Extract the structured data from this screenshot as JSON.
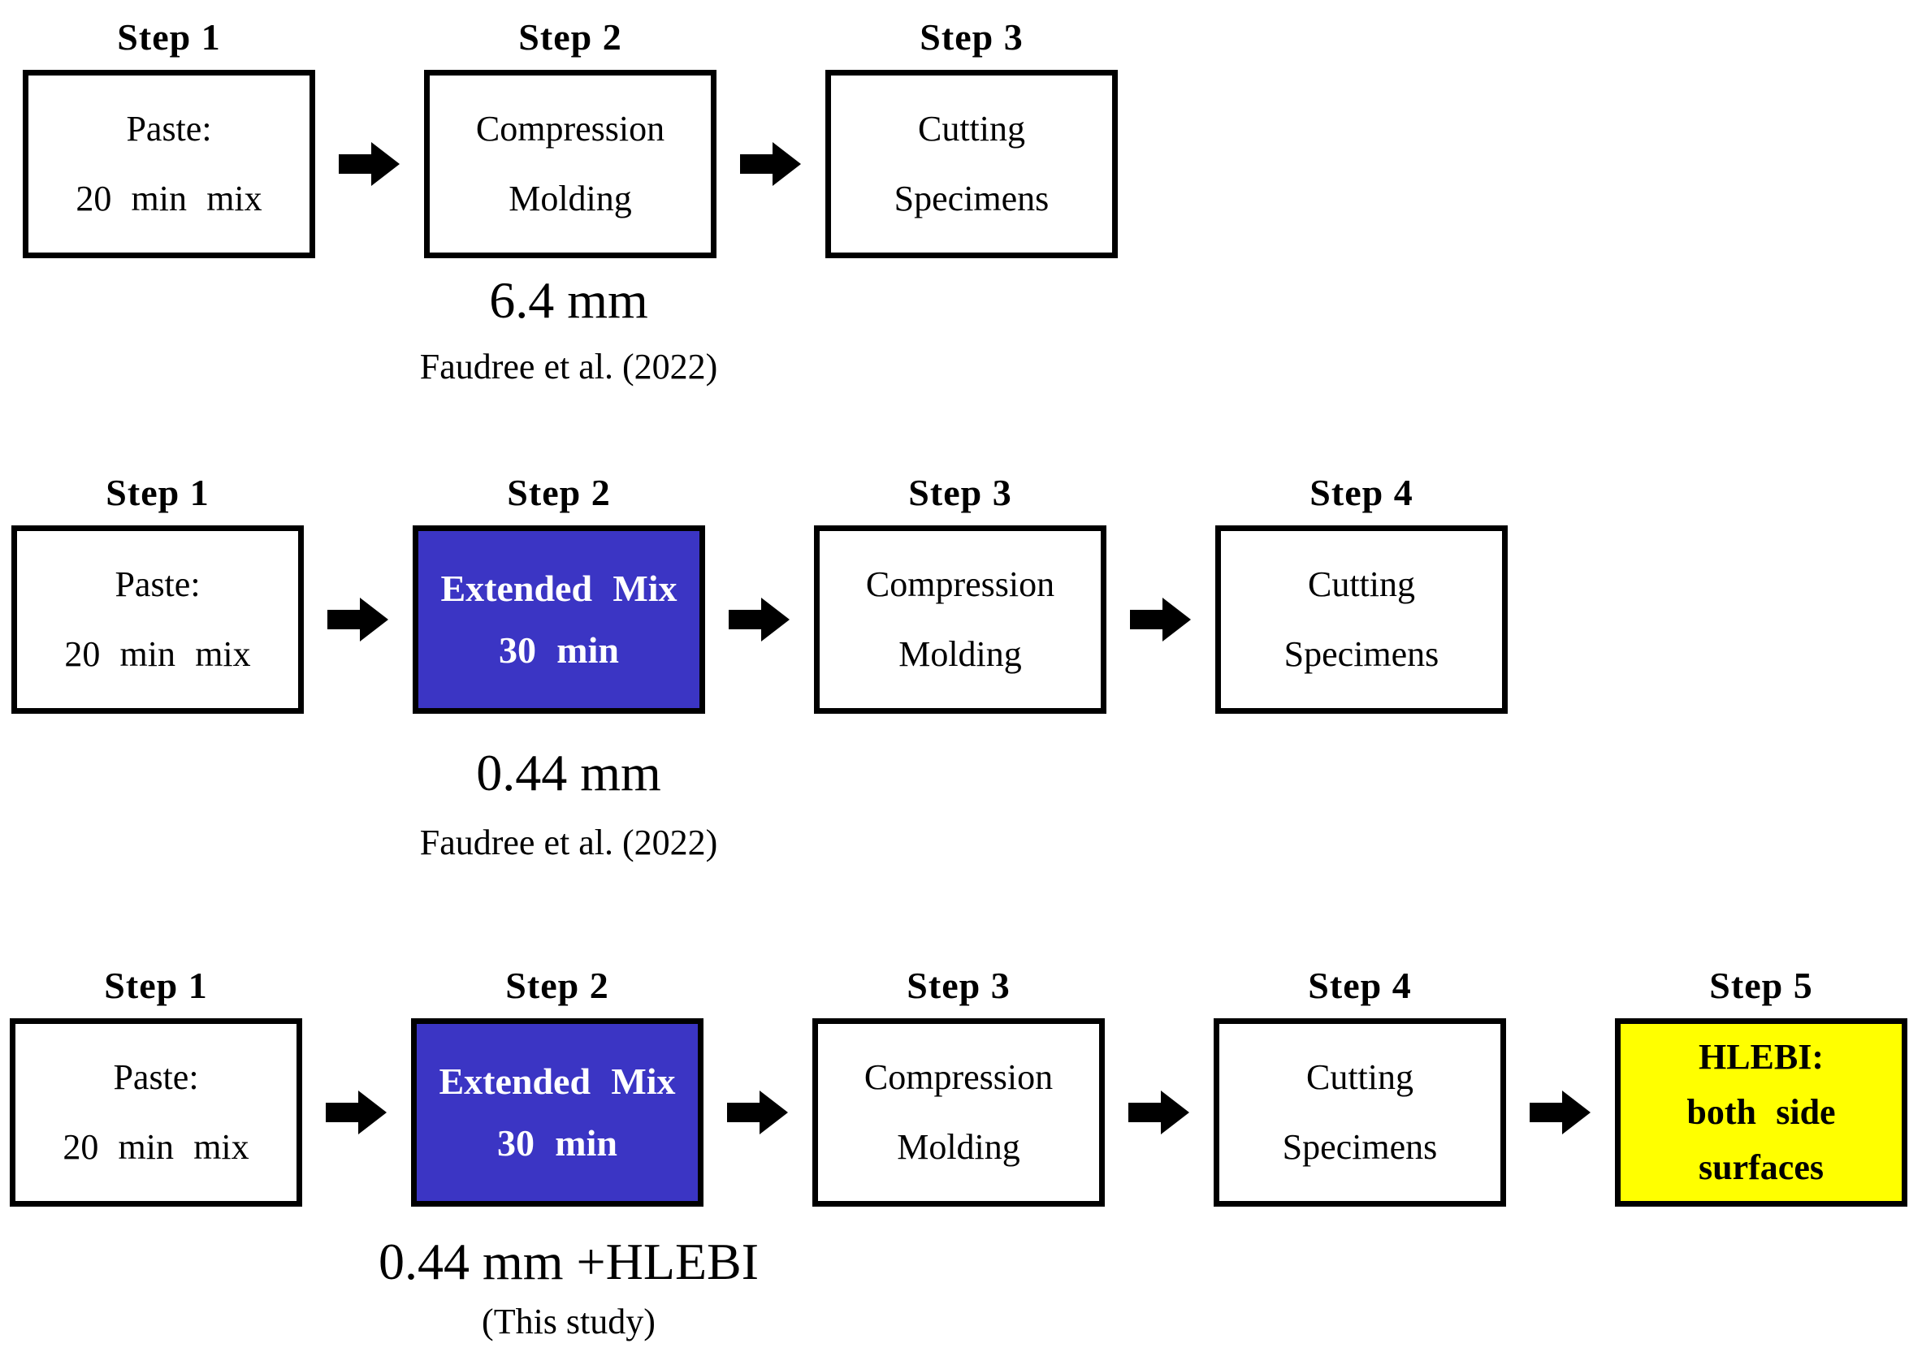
{
  "colors": {
    "blue_bg": "#3B35C4",
    "blue_text": "#FFFFFF",
    "yellow_bg": "#FFFF00",
    "box_border": "#000000",
    "arrow_color": "#000000",
    "text_color": "#000000"
  },
  "rows": [
    {
      "caption_main": "6.4 mm",
      "caption_sub": "Faudree et al. (2022)",
      "steps": [
        {
          "label": "Step 1",
          "lines": [
            "Paste:",
            "20 min mix"
          ]
        },
        {
          "label": "Step 2",
          "lines": [
            "Compression",
            "Molding"
          ]
        },
        {
          "label": "Step 3",
          "lines": [
            "Cutting",
            "Specimens"
          ]
        }
      ]
    },
    {
      "caption_main": "0.44 mm",
      "caption_sub": "Faudree et al. (2022)",
      "steps": [
        {
          "label": "Step 1",
          "lines": [
            "Paste:",
            "20 min mix"
          ]
        },
        {
          "label": "Step 2",
          "lines": [
            "Extended Mix",
            "30 min"
          ],
          "highlight": "blue"
        },
        {
          "label": "Step 3",
          "lines": [
            "Compression",
            "Molding"
          ]
        },
        {
          "label": "Step 4",
          "lines": [
            "Cutting",
            "Specimens"
          ]
        }
      ]
    },
    {
      "caption_main": "0.44 mm +HLEBI",
      "caption_sub": "(This study)",
      "steps": [
        {
          "label": "Step 1",
          "lines": [
            "Paste:",
            "20 min mix"
          ]
        },
        {
          "label": "Step 2",
          "lines": [
            "Extended Mix",
            "30 min"
          ],
          "highlight": "blue"
        },
        {
          "label": "Step 3",
          "lines": [
            "Compression",
            "Molding"
          ]
        },
        {
          "label": "Step 4",
          "lines": [
            "Cutting",
            "Specimens"
          ]
        },
        {
          "label": "Step 5",
          "lines": [
            "HLEBI:",
            "both side",
            "surfaces"
          ],
          "highlight": "yellow"
        }
      ]
    }
  ]
}
